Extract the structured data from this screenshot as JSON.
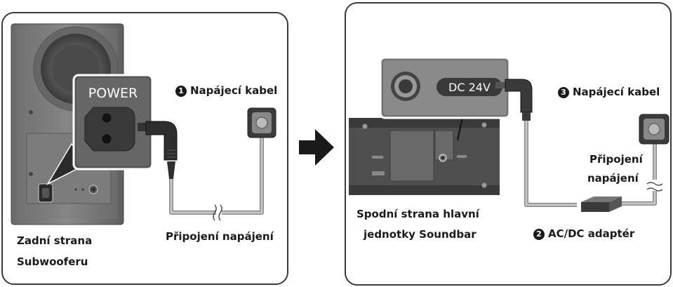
{
  "left_panel": {
    "power_label": "POWER",
    "cable_badge": "1",
    "cable_label": "Napájecí kabel",
    "connection_label": "Připojení napájení",
    "subwoofer_label_line1": "Zadní strana",
    "subwoofer_label_line2": "Subwooferu"
  },
  "right_panel": {
    "dc_label": "DC 24V",
    "cable_badge": "3",
    "cable_label": "Napájecí kabel",
    "connection_line1": "Připojení",
    "connection_line2": "napájení",
    "soundbar_label_line1": "Spodní strana hlavní",
    "soundbar_label_line2": "jednotky Soundbar",
    "adapter_badge": "2",
    "adapter_label": "AC/DC adaptér"
  }
}
